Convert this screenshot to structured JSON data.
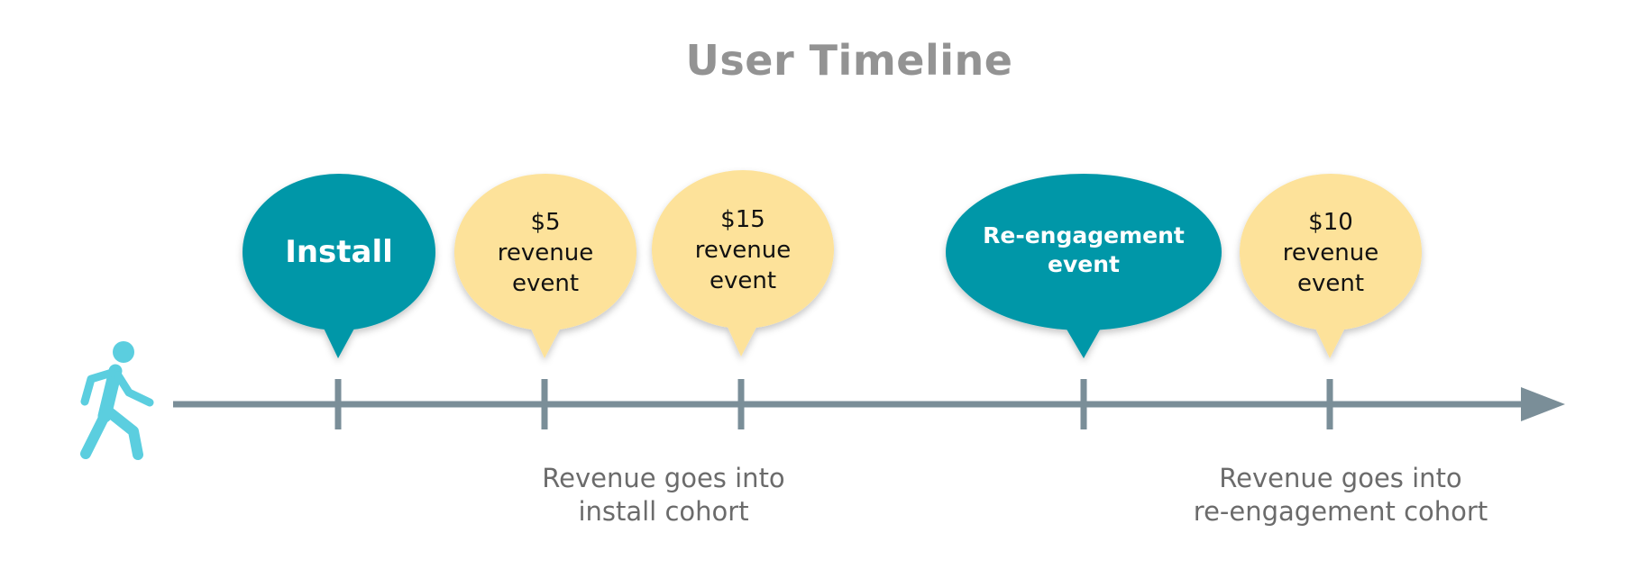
{
  "title": "User Timeline",
  "events": [
    {
      "id": "install",
      "type": "teal",
      "lines": [
        "Install"
      ]
    },
    {
      "id": "rev5",
      "type": "yellow",
      "lines": [
        "$5",
        "revenue",
        "event"
      ]
    },
    {
      "id": "rev15",
      "type": "yellow",
      "lines": [
        "$15",
        "revenue",
        "event"
      ]
    },
    {
      "id": "reengage",
      "type": "teal",
      "lines": [
        "Re-engagement",
        "event"
      ]
    },
    {
      "id": "rev10",
      "type": "yellow",
      "lines": [
        "$10",
        "revenue",
        "event"
      ]
    }
  ],
  "captions": {
    "install_cohort": [
      "Revenue goes into",
      "install cohort"
    ],
    "reengagement_cohort": [
      "Revenue goes into",
      "re-engagement cohort"
    ]
  },
  "colors": {
    "teal": "#0197A8",
    "yellow": "#FDE29A",
    "axis": "#7A8E98",
    "person": "#5BCEDF",
    "title": "#939393",
    "caption": "#6B6B6B"
  },
  "icons": {
    "user": "walking-person-icon",
    "arrow": "arrowhead-icon"
  }
}
